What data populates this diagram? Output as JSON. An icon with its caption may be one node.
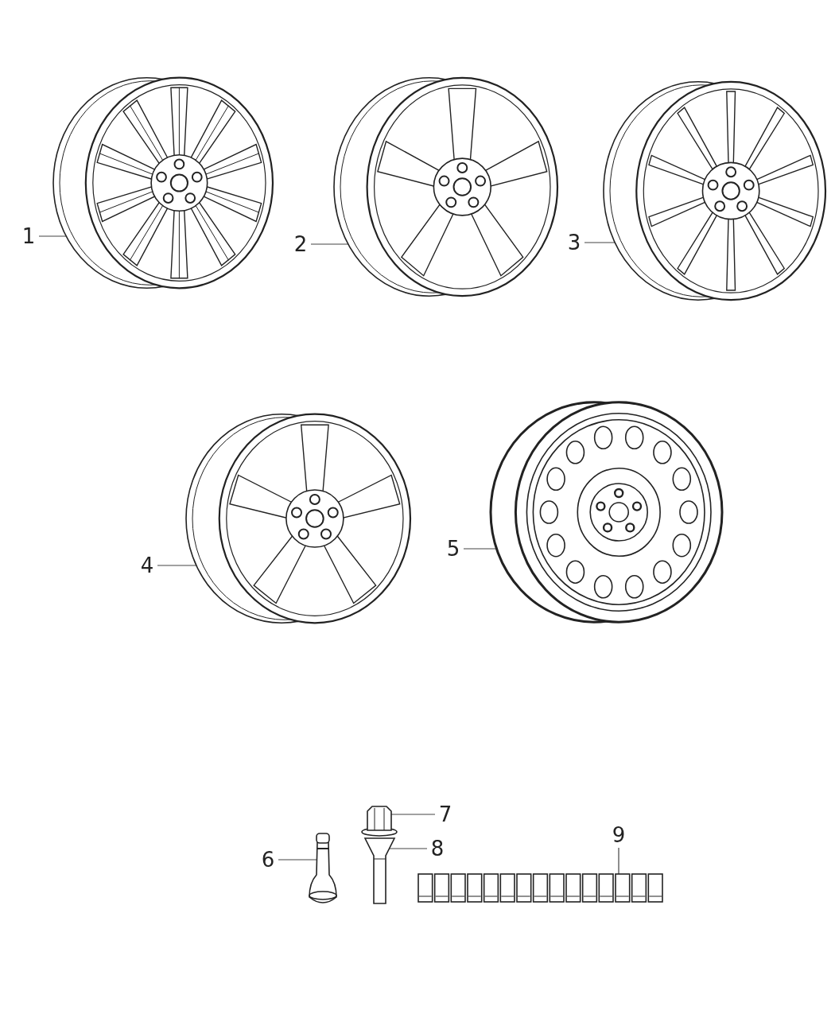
{
  "diagram": {
    "nodes": [
      {
        "text": [
          "1"
        ]
      },
      {
        "text": [
          "2"
        ]
      },
      {
        "text": [
          "3"
        ]
      },
      {
        "text": [
          "4"
        ]
      },
      {
        "text": [
          "5"
        ]
      },
      {
        "text": [
          "6"
        ]
      },
      {
        "text": [
          "7"
        ]
      },
      {
        "text": [
          "8"
        ]
      },
      {
        "text": [
          "9"
        ]
      },
      {
        "text": [],
        "shape": "picture"
      },
      {
        "text": [],
        "shape": "picture"
      },
      {
        "text": [],
        "shape": "picture"
      },
      {
        "text": [],
        "shape": "picture"
      },
      {
        "text": [],
        "shape": "picture"
      },
      {
        "text": [],
        "shape": "picture"
      },
      {
        "text": [],
        "shape": "picture"
      },
      {
        "text": [],
        "shape": "picture"
      },
      {
        "text": [],
        "shape": "picture"
      }
    ],
    "edges": [
      {
        "from": 0,
        "to": 9,
        "arrow": "none"
      },
      {
        "from": 1,
        "to": 10,
        "arrow": "none"
      },
      {
        "from": 2,
        "to": 11,
        "arrow": "none"
      },
      {
        "from": 3,
        "to": 12,
        "arrow": "none"
      },
      {
        "from": 4,
        "to": 13,
        "arrow": "none"
      },
      {
        "from": 5,
        "to": 14,
        "arrow": "none"
      },
      {
        "from": 6,
        "to": 15,
        "arrow": "none"
      },
      {
        "from": 7,
        "to": 16,
        "arrow": "none"
      },
      {
        "from": 8,
        "to": 17,
        "arrow": "none"
      }
    ]
  }
}
